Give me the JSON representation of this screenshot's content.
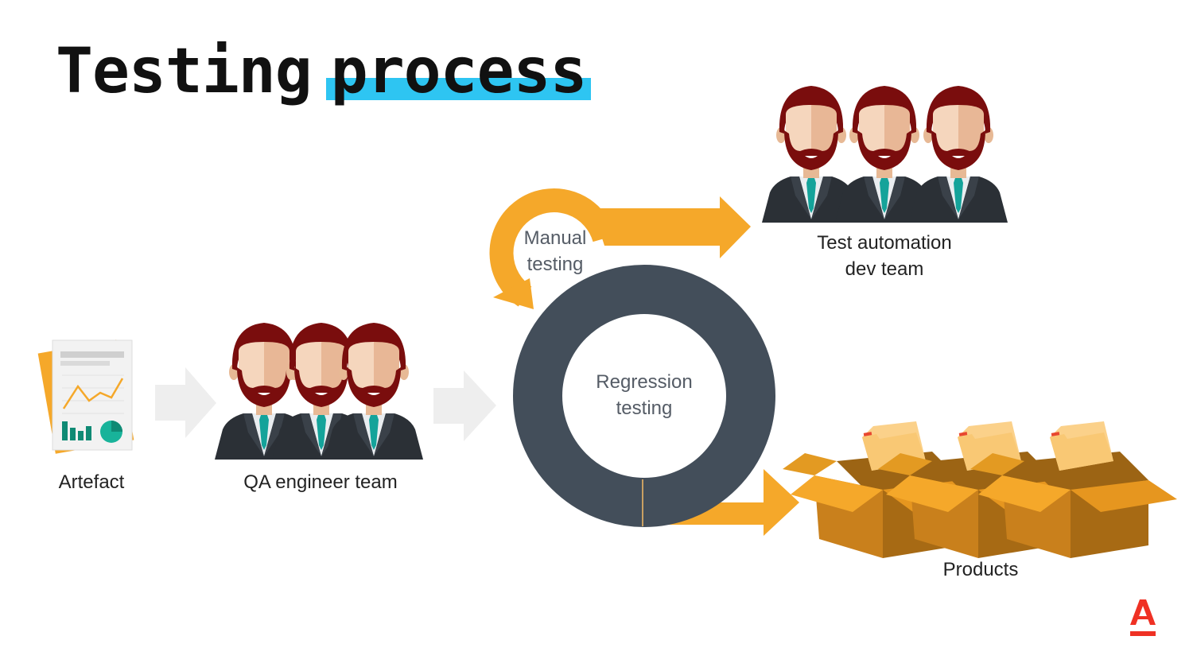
{
  "title": {
    "word1": "Testing",
    "word2": "process",
    "highlight_color": "#2ec5f2"
  },
  "labels": {
    "artefact": "Artefact",
    "qa_team": "QA engineer team",
    "manual_line1": "Manual",
    "manual_line2": "testing",
    "regression_line1": "Regression",
    "regression_line2": "testing",
    "automation_line1": "Test automation",
    "automation_line2": "dev team",
    "products": "Products"
  },
  "colors": {
    "accent_orange": "#f5a82a",
    "ring_dark": "#434e5a",
    "grey_arrow": "#eeeeee",
    "brand_red": "#ef3124"
  },
  "icons": {
    "artefact": "report-document-icon",
    "team": "bearded-businessman-icon",
    "products": "open-box-with-folder-icon",
    "logo": "alfa-bank-logo"
  }
}
